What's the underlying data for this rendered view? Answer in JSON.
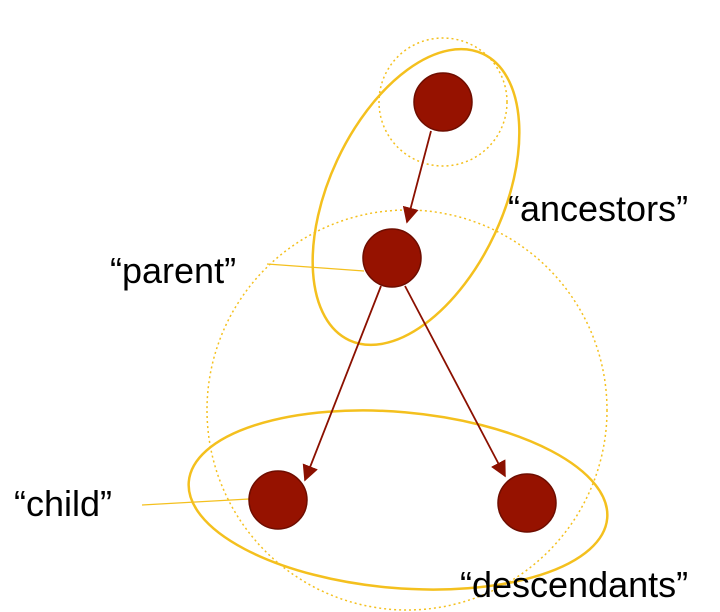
{
  "colors": {
    "node_fill": "#961200",
    "node_stroke": "#6e0d00",
    "edge": "#8b1000",
    "grouping": "#f4c01e",
    "leader_line": "#f4c01e",
    "text": "#000000"
  },
  "labels": {
    "ancestors": "“ancestors”",
    "parent": "“parent”",
    "child": "“child”",
    "descendants": "“descendants”"
  },
  "nodes": [
    {
      "id": "root"
    },
    {
      "id": "parent"
    },
    {
      "id": "child-left"
    },
    {
      "id": "child-right"
    }
  ],
  "edges": [
    {
      "from": "root",
      "to": "parent"
    },
    {
      "from": "parent",
      "to": "child-left"
    },
    {
      "from": "parent",
      "to": "child-right"
    }
  ]
}
